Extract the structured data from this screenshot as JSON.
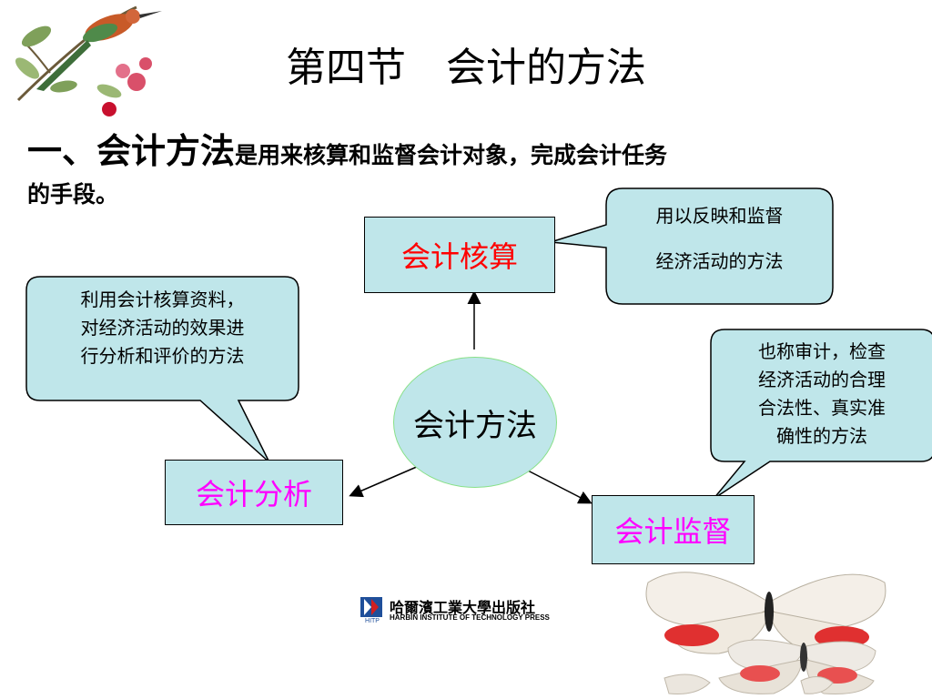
{
  "title": {
    "part1": "第四节",
    "part2": "会计的方法"
  },
  "heading": {
    "lead": "一、会计方法",
    "rest": "是用来核算和监督会计对象，完成会计任务",
    "line2": "的手段。"
  },
  "center": {
    "label": "会计方法"
  },
  "nodes": {
    "hesuan": {
      "label": "会计核算",
      "color": "#ff0000"
    },
    "fenxi": {
      "label": "会计分析",
      "color": "#ff00ff"
    },
    "jiandu": {
      "label": "会计监督",
      "color": "#ff00ff"
    }
  },
  "callouts": {
    "hesuan": {
      "line1": "用以反映和监督",
      "line2": "经济活动的方法"
    },
    "fenxi": {
      "line1": "利用会计核算资料，",
      "line2": "对经济活动的效果进",
      "line3": "行分析和评价的方法"
    },
    "jiandu": {
      "line1": "也称审计，检查",
      "line2": "经济活动的合理",
      "line3": "合法性、真实准",
      "line4": "确性的方法"
    }
  },
  "publisher": {
    "name_cn": "哈爾濱工業大學出版社",
    "name_en": "HARBIN INSTITUTE OF TECHNOLOGY PRESS",
    "abbr": "HITP"
  },
  "colors": {
    "box_fill": "#bfe6ea",
    "circle_border": "#88e088"
  }
}
